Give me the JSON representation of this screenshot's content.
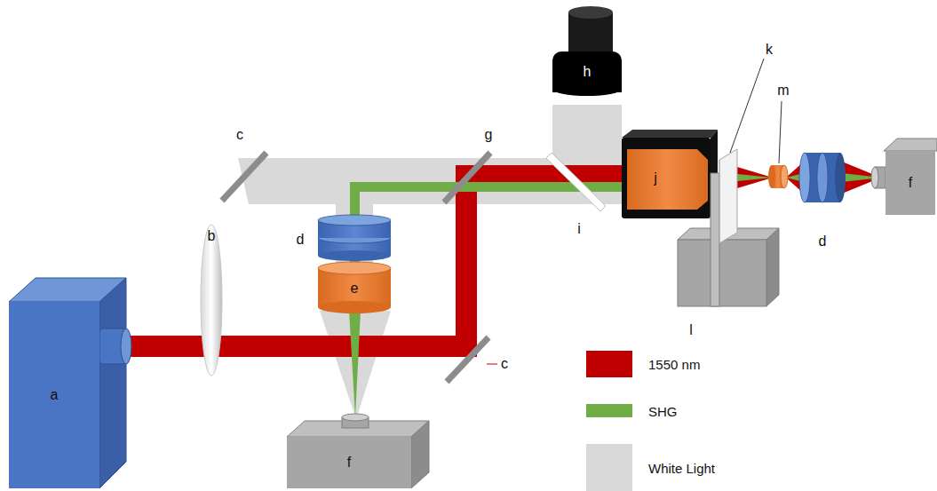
{
  "diagram": {
    "nodes": [
      {
        "text": [
          "h"
        ]
      },
      {
        "text": [
          "j"
        ]
      },
      {
        "text": [
          "f"
        ]
      },
      {
        "text": [
          "e"
        ]
      },
      {
        "text": [
          "a"
        ]
      },
      {
        "text": [
          "f"
        ]
      }
    ],
    "labels": [
      "b",
      "c",
      "c",
      "d",
      "d",
      "g",
      "i",
      "k",
      "l",
      "m"
    ],
    "legend": [
      {
        "text": "1550 nm",
        "color": "#c00000"
      },
      {
        "text": "SHG",
        "color": "#70ad47"
      },
      {
        "text": "White Light",
        "color": "#d9d9d9"
      }
    ]
  }
}
